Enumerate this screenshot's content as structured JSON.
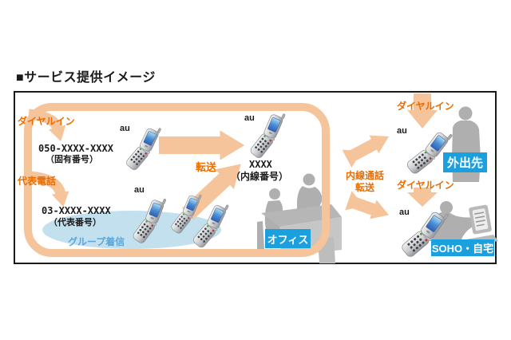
{
  "title": "■サービス提供イメージ",
  "carrier": "au",
  "left": {
    "dial_in": "ダイヤルイン",
    "unique_number": "050-XXXX-XXXX",
    "unique_caption": "（固有番号）",
    "rep_phone": "代表電話",
    "rep_number": "03-XXXX-XXXX",
    "rep_caption": "（代表番号）",
    "group_incoming": "グループ着信"
  },
  "center": {
    "transfer": "転送",
    "extension_number": "XXXX",
    "extension_caption": "（内線番号）",
    "office_badge": "オフィス"
  },
  "link": {
    "extension_call": "内線通話",
    "transfer": "転送"
  },
  "right": {
    "dial_in_top": "ダイヤルイン",
    "out_badge": "外出先",
    "dial_in_bottom": "ダイヤルイン",
    "soho_badge": "SOHO・自宅"
  },
  "colors": {
    "accent_orange": "#E96D00",
    "arrow_peach": "#F5C49B",
    "badge_blue": "#1BA0DF",
    "group_text_blue": "#5BA7D9",
    "group_ellipse_blue": "#C2E0EE",
    "silhouette_gray": "#AFAFAF"
  }
}
